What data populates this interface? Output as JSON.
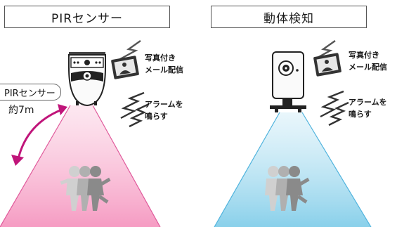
{
  "left": {
    "title": "PIRセンサー",
    "email_caption": [
      "写真付き",
      "メール配信"
    ],
    "alarm_caption": [
      "アラームを",
      "鳴らす"
    ],
    "pir_label": "PIRセンサー",
    "range_label": "約7m",
    "cone_color": "#f48ab8"
  },
  "right": {
    "title": "動体検知",
    "email_caption": [
      "写真付き",
      "メール配信"
    ],
    "alarm_caption": [
      "アラームを",
      "鳴らす"
    ],
    "cone_color": "#7ccbe8"
  },
  "colors": {
    "arrow": "#c0157a",
    "person": "#8a8a8a"
  }
}
